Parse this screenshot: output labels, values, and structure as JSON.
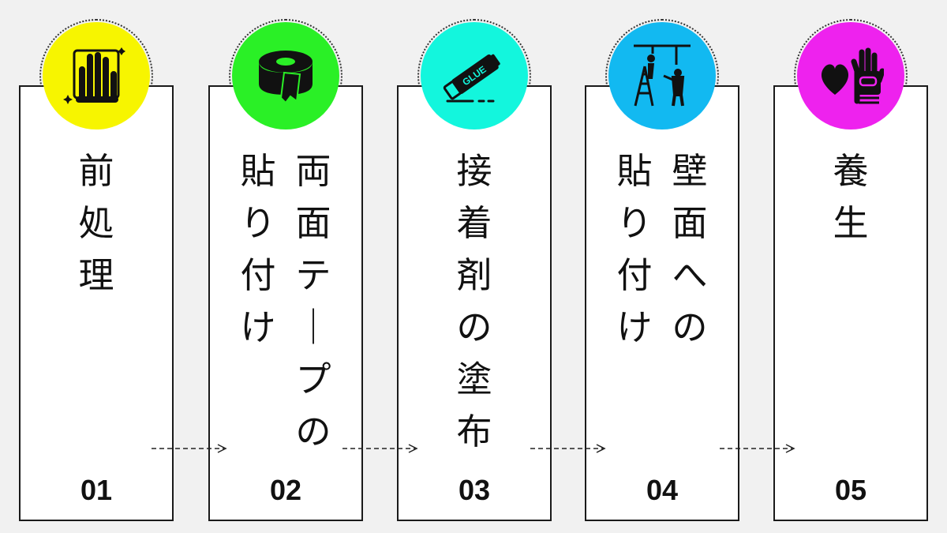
{
  "steps": [
    {
      "num": "01",
      "title_lines": [
        "前処理"
      ],
      "color": "#f7f500",
      "icon": "hand-wipe-icon"
    },
    {
      "num": "02",
      "title_lines": [
        "両面テープの",
        "貼り付け"
      ],
      "color": "#2af026",
      "icon": "tape-roll-icon"
    },
    {
      "num": "03",
      "title_lines": [
        "接着剤の塗布"
      ],
      "color": "#13f6dd",
      "icon": "glue-stick-icon",
      "icon_text": "GLUE"
    },
    {
      "num": "04",
      "title_lines": [
        "壁面への",
        "貼り付け"
      ],
      "color": "#12b9f1",
      "icon": "ladder-workers-icon"
    },
    {
      "num": "05",
      "title_lines": [
        "養生"
      ],
      "color": "#ee22ee",
      "icon": "heart-hand-icon"
    }
  ]
}
